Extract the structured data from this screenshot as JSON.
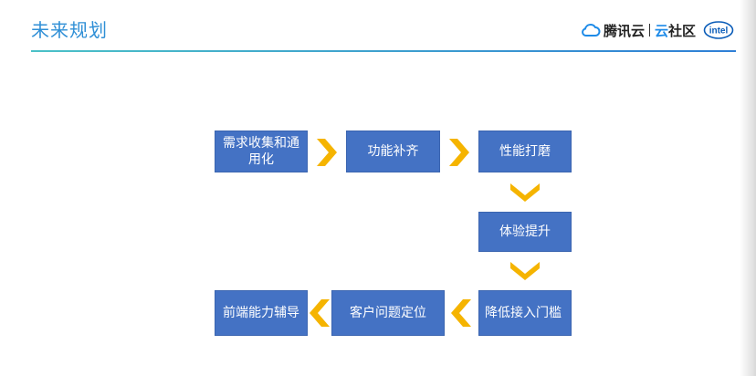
{
  "header": {
    "title": "未来规划",
    "logo_brand": "腾讯云",
    "logo_community_mark": "云",
    "logo_community": "社区",
    "logo_partner": "intel"
  },
  "flow": {
    "steps": [
      "需求收集和通用化",
      "功能补齐",
      "性能打磨",
      "体验提升",
      "降低接入门槛",
      "客户问题定位",
      "前端能力辅导"
    ]
  },
  "colors": {
    "box_fill": "#4472c4",
    "arrow_fill": "#f5b400",
    "title": "#2f8fd6"
  }
}
